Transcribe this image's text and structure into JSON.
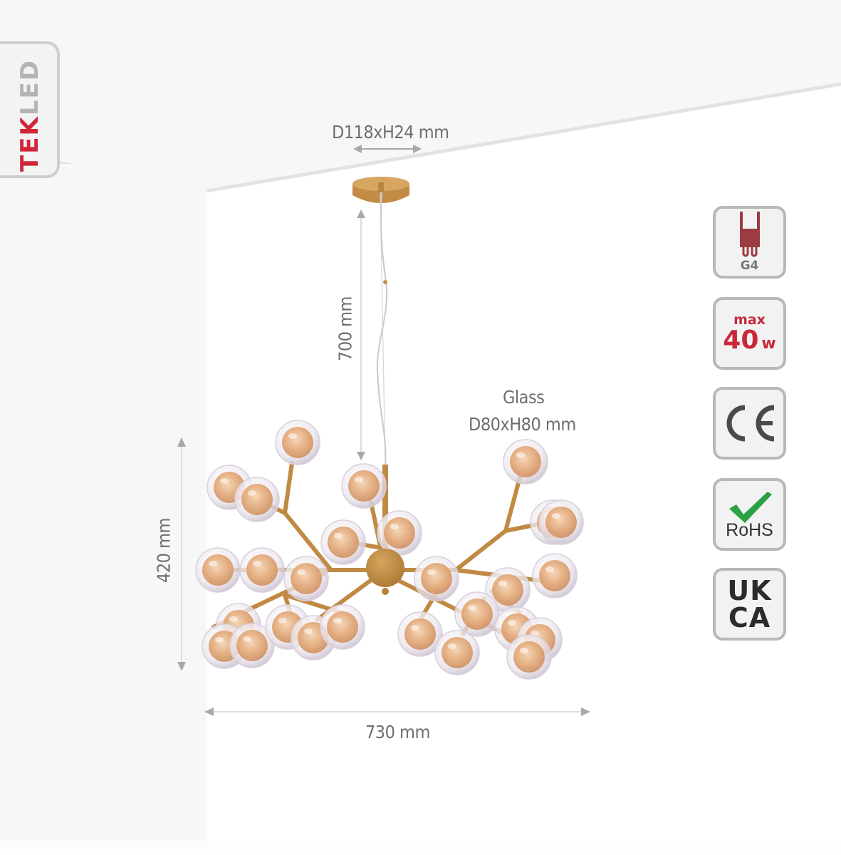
{
  "brand": {
    "logo_prefix": "TEK",
    "logo_suffix": "LED",
    "accent_color": "#d1263a",
    "secondary_color": "#b4b4b4"
  },
  "dimensions": {
    "canopy": "D118xH24 mm",
    "drop_length": "700 mm",
    "fixture_height": "420 mm",
    "fixture_width": "730 mm",
    "glass_title": "Glass",
    "glass_size": "D80xH80 mm"
  },
  "certifications": [
    {
      "id": "bulb-base",
      "icon": "g4-bulb-icon",
      "label": "G4"
    },
    {
      "id": "max-wattage",
      "icon": "wattage-icon",
      "prefix": "max",
      "value": "40",
      "unit": "w"
    },
    {
      "id": "ce",
      "icon": "ce-mark-icon",
      "label": "CE"
    },
    {
      "id": "rohs",
      "icon": "rohs-check-icon",
      "label": "RoHS"
    },
    {
      "id": "ukca",
      "icon": "ukca-mark-icon",
      "line1": "UK",
      "line2": "CA"
    }
  ],
  "colors": {
    "frame_gold": "#c08a43",
    "glass_amber": "#e6b488",
    "dimension_gray": "#6e6e70",
    "arrow_gray": "#a9a9a9",
    "rohs_green": "#2aa144",
    "badge_border": "#b8b8b8"
  }
}
